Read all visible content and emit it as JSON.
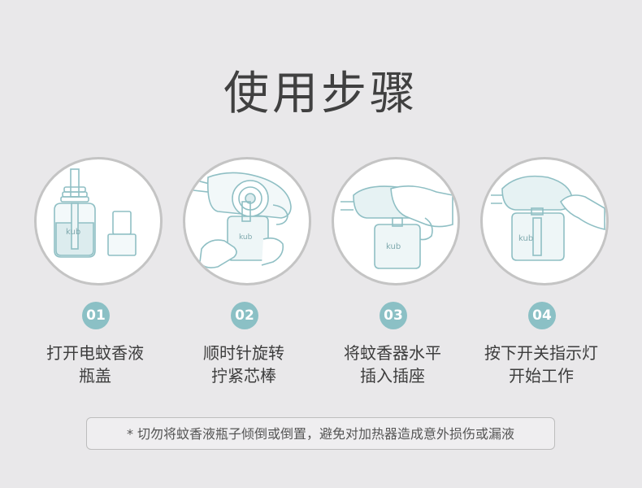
{
  "page": {
    "title": "使用步骤",
    "accent_color": "#8bc0c5"
  },
  "steps": [
    {
      "number": "01",
      "line1": "打开电蚊香液",
      "line2": "瓶盖",
      "illustration": "bottle-and-cap-icon",
      "brand": "kub"
    },
    {
      "number": "02",
      "line1": "顺时针旋转",
      "line2": "拧紧芯棒",
      "illustration": "twist-bottle-into-heater-icon",
      "brand": "kub"
    },
    {
      "number": "03",
      "line1": "将蚊香器水平",
      "line2": "插入插座",
      "illustration": "plug-into-socket-icon",
      "brand": "kub"
    },
    {
      "number": "04",
      "line1": "按下开关指示灯",
      "line2": "开始工作",
      "illustration": "press-switch-icon",
      "brand": "kub"
    }
  ],
  "notice": {
    "text": "* 切勿将蚊香液瓶子倾倒或倒置，避免对加热器造成意外损伤或漏液"
  }
}
